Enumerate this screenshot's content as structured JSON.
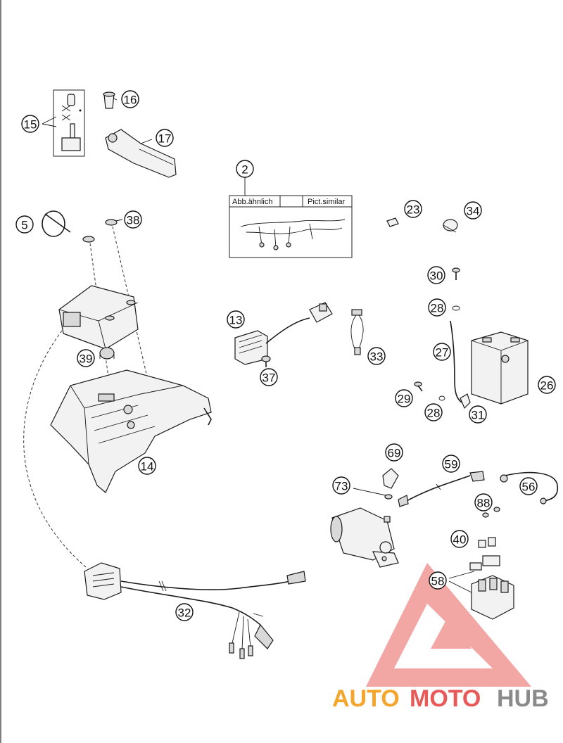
{
  "diagram": {
    "callouts": [
      {
        "id": "callout-2",
        "label": "2"
      },
      {
        "id": "callout-5",
        "label": "5"
      },
      {
        "id": "callout-13",
        "label": "13"
      },
      {
        "id": "callout-14",
        "label": "14"
      },
      {
        "id": "callout-15",
        "label": "15"
      },
      {
        "id": "callout-16",
        "label": "16"
      },
      {
        "id": "callout-17",
        "label": "17"
      },
      {
        "id": "callout-23",
        "label": "23"
      },
      {
        "id": "callout-26",
        "label": "26"
      },
      {
        "id": "callout-27",
        "label": "27"
      },
      {
        "id": "callout-28a",
        "label": "28"
      },
      {
        "id": "callout-28b",
        "label": "28"
      },
      {
        "id": "callout-29",
        "label": "29"
      },
      {
        "id": "callout-30",
        "label": "30"
      },
      {
        "id": "callout-31",
        "label": "31"
      },
      {
        "id": "callout-32",
        "label": "32"
      },
      {
        "id": "callout-33",
        "label": "33"
      },
      {
        "id": "callout-34",
        "label": "34"
      },
      {
        "id": "callout-37",
        "label": "37"
      },
      {
        "id": "callout-38",
        "label": "38"
      },
      {
        "id": "callout-39",
        "label": "39"
      },
      {
        "id": "callout-40",
        "label": "40"
      },
      {
        "id": "callout-56",
        "label": "56"
      },
      {
        "id": "callout-58",
        "label": "58"
      },
      {
        "id": "callout-59",
        "label": "59"
      },
      {
        "id": "callout-69",
        "label": "69"
      },
      {
        "id": "callout-73",
        "label": "73"
      },
      {
        "id": "callout-88",
        "label": "88"
      }
    ],
    "harness_box": {
      "label_left": "Abb.ähnlich",
      "label_right": "Pict.similar"
    }
  },
  "watermark": {
    "word_1": "AUTO",
    "word_2": "MOTO",
    "word_3": "HUB",
    "color_1": "#f4a52a",
    "color_2": "#e85a58",
    "color_3": "#8a8a8a"
  }
}
